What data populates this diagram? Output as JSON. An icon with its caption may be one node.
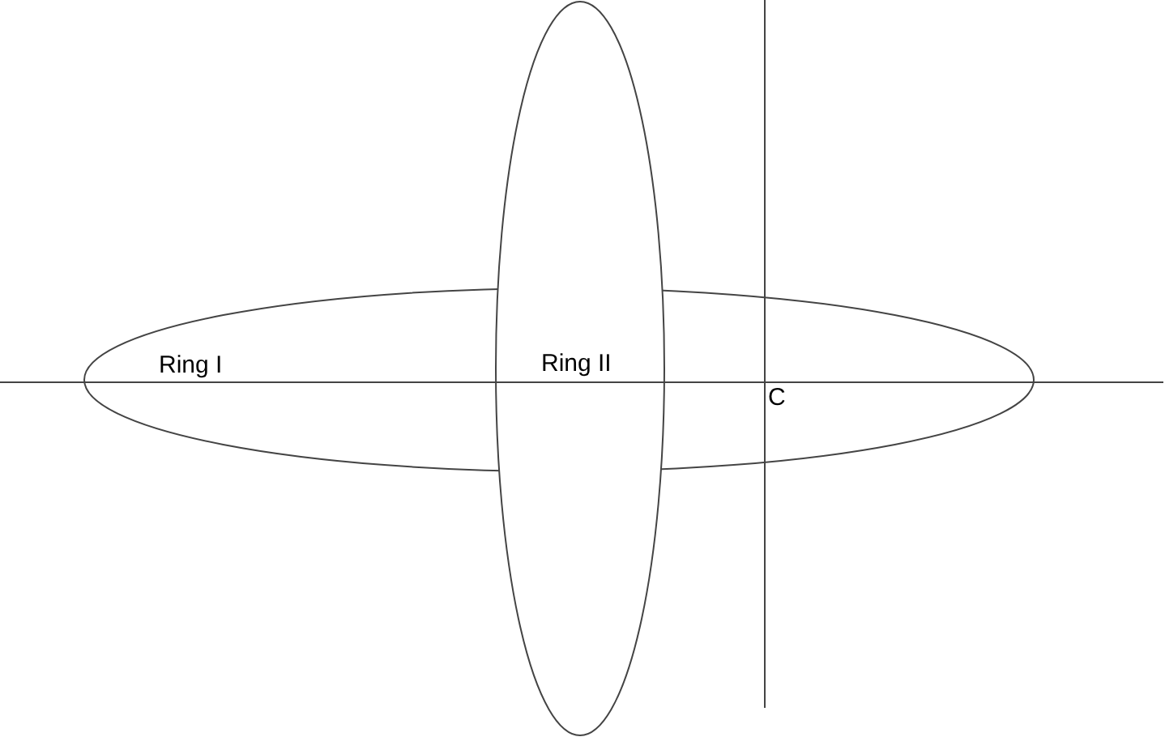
{
  "diagram": {
    "nodes": [
      {
        "text": [
          "Ring I"
        ]
      },
      {
        "text": [
          "Ring II"
        ]
      }
    ],
    "edges": [],
    "labels": [
      "C"
    ]
  }
}
